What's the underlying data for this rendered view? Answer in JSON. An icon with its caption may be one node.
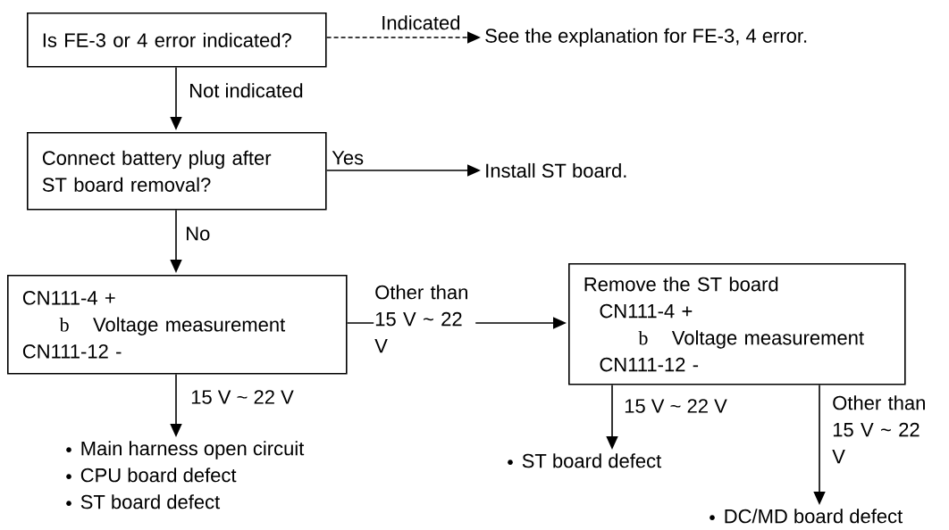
{
  "diagram": {
    "nodes": [
      {
        "text": [
          "Is FE-3 or 4 error indicated?"
        ]
      },
      {
        "text": [
          "See the explanation for FE-3, 4 error."
        ]
      },
      {
        "text": [
          "Connect battery plug after ST board removal?"
        ]
      },
      {
        "text": [
          "Install ST board."
        ]
      },
      {
        "text": [
          "CN111-4 +",
          "b",
          "Voltage measurement",
          "CN111-12 -"
        ]
      },
      {
        "text": [
          "Remove the ST board",
          "CN111-4 +",
          "b",
          "Voltage measurement",
          "CN111-12 -"
        ]
      },
      {
        "text": [
          "Main harness open circuit",
          "CPU board defect",
          "ST board defect"
        ]
      },
      {
        "text": [
          "ST board defect"
        ]
      },
      {
        "text": [
          "DC/MD board defect"
        ]
      }
    ],
    "edges": [
      {
        "from": 0,
        "to": 1,
        "arrow": "to",
        "label": "Indicated",
        "style": "dashed"
      },
      {
        "from": 0,
        "to": 2,
        "arrow": "to",
        "label": "Not indicated"
      },
      {
        "from": 2,
        "to": 3,
        "arrow": "to",
        "label": "Yes"
      },
      {
        "from": 2,
        "to": 4,
        "arrow": "to",
        "label": "No"
      },
      {
        "from": 4,
        "to": 5,
        "arrow": "to",
        "label": "Other than 15 V ~ 22 V"
      },
      {
        "from": 4,
        "to": 6,
        "arrow": "to",
        "label": "15 V ~ 22 V"
      },
      {
        "from": 5,
        "to": 7,
        "arrow": "to",
        "label": "15 V ~ 22 V"
      },
      {
        "from": 5,
        "to": 8,
        "arrow": "to",
        "label": "Other than 15 V ~ 22 V"
      }
    ]
  }
}
